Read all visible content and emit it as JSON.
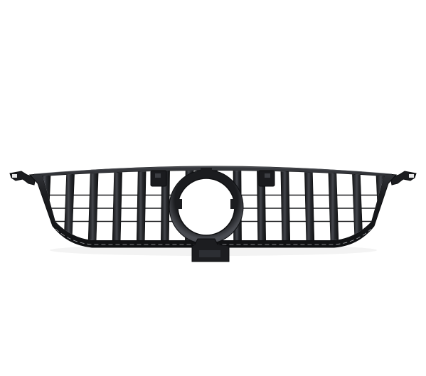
{
  "image": {
    "subject": "front-grille",
    "background_color": "#ffffff",
    "frame_color": "#1c1d20",
    "frame_highlight_color": "#3a3c41",
    "bar_color": "#17181b",
    "bar_highlight_color": "#45474d",
    "grid_color": "#1a1b1e",
    "ring_color": "#1b1c1f",
    "ring_highlight_color": "#4a4c52",
    "vertical_bar_count": 15,
    "horizontal_grid_line_count": 3
  }
}
